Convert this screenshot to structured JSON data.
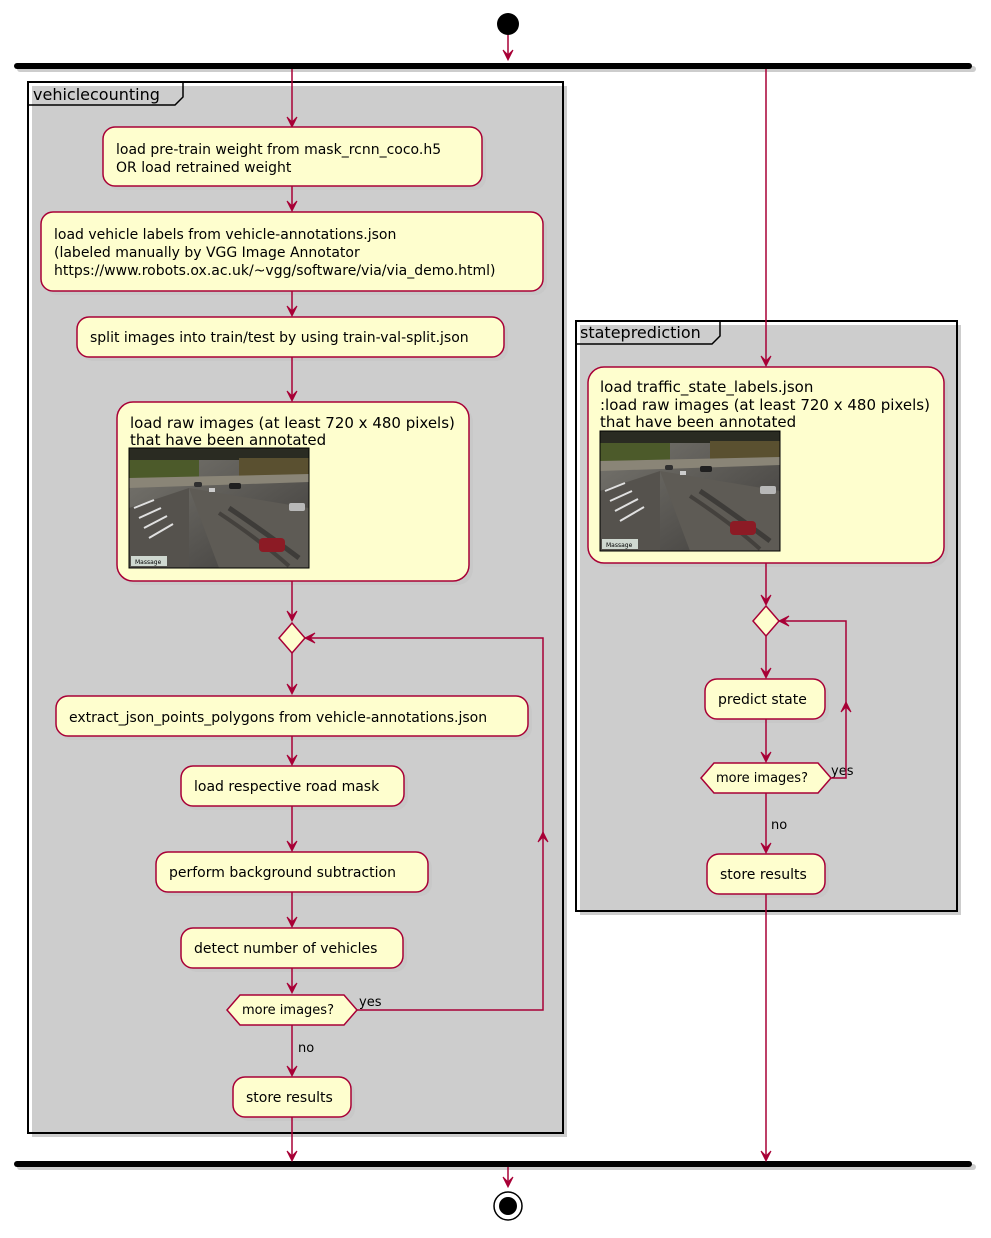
{
  "partitions": {
    "vehiclecounting": "vehiclecounting",
    "stateprediction": "stateprediction"
  },
  "vehiclecounting": {
    "load_weights": [
      "load pre-train weight from mask_rcnn_coco.h5",
      "OR load retrained weight"
    ],
    "load_labels": [
      "load vehicle labels from vehicle-annotations.json",
      "(labeled manually by VGG Image Annotator",
      "https://www.robots.ox.ac.uk/~vgg/software/via/via_demo.html)"
    ],
    "split_images": "split images into train/test by using train-val-split.json",
    "load_raw_images": [
      "load raw images (at least 720 x 480 pixels)",
      "that have been annotated"
    ],
    "extract_polygons": "extract_json_points_polygons from vehicle-annotations.json",
    "load_road_mask": "load respective road mask",
    "background_subtraction": "perform background subtraction",
    "detect_vehicles": "detect number of vehicles",
    "loop_condition": "more images?",
    "loop_yes": "yes",
    "loop_no": "no",
    "store_results": "store results"
  },
  "stateprediction": {
    "load_labels": [
      "load traffic_state_labels.json",
      ":load raw images (at least 720 x 480 pixels)",
      "that have been annotated"
    ],
    "predict_state": "predict state",
    "loop_condition": "more images?",
    "loop_yes": "yes",
    "loop_no": "no",
    "store_results": "store results"
  },
  "thumbnail": {
    "overlay_text": "Massage"
  },
  "colors": {
    "flow": "#A80036",
    "activity_fill": "#FEFECE",
    "frame": "#000000"
  }
}
